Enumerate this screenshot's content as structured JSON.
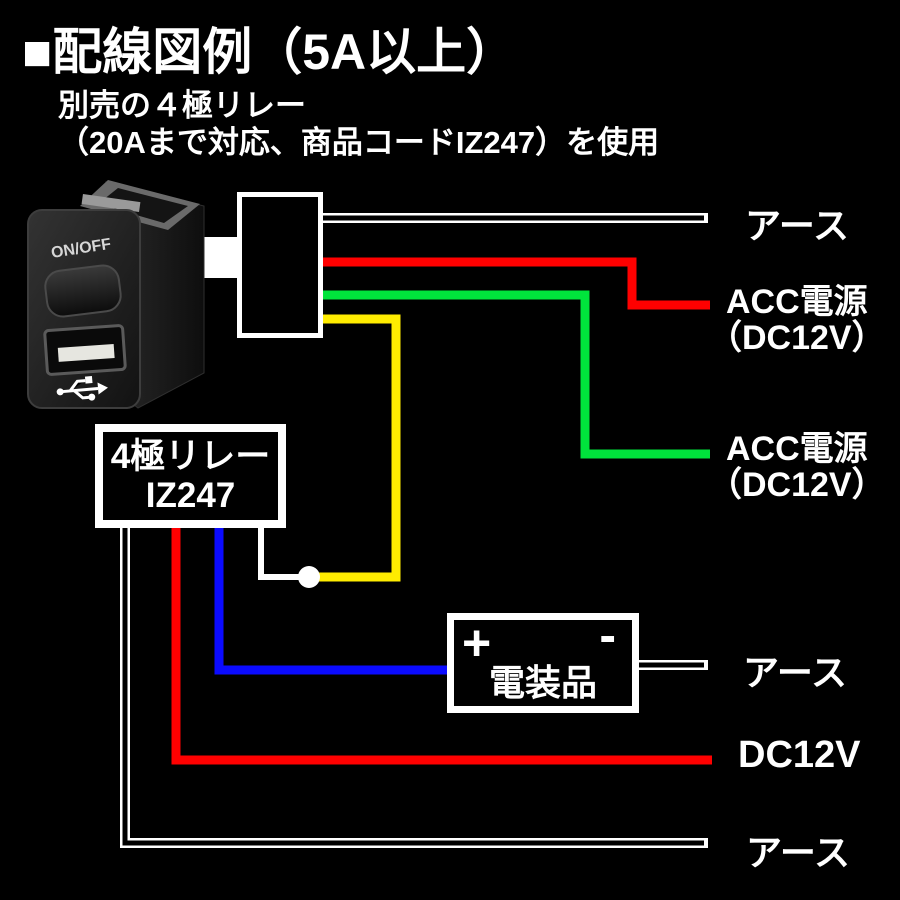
{
  "header": {
    "title": "■配線図例（5A以上）",
    "subtitle_line1": "別売の４極リレー",
    "subtitle_line2": "（20Aまで対応、商品コードIZ247）を使用"
  },
  "product": {
    "switch_label": "ON/OFF",
    "usb_icon": "usb-trident-icon"
  },
  "relay_box": {
    "line1": "4極リレー",
    "line2": "IZ247"
  },
  "device_box": {
    "plus": "+",
    "minus": "-",
    "label": "電装品"
  },
  "wire_labels": {
    "ground_top": "アース",
    "acc1_line1": "ACC電源",
    "acc1_line2": "（DC12V）",
    "acc2_line1": "ACC電源",
    "acc2_line2": "（DC12V）",
    "ground_mid": "アース",
    "dc12v": "DC12V",
    "ground_bottom": "アース"
  },
  "wire_colors": {
    "ground_white": "#FFFFFF",
    "acc_red": "#FF0000",
    "acc_green": "#00E43C",
    "switch_yellow": "#FFEC00",
    "relay_blue": "#0B0BFF",
    "relay_red": "#FF0000"
  }
}
